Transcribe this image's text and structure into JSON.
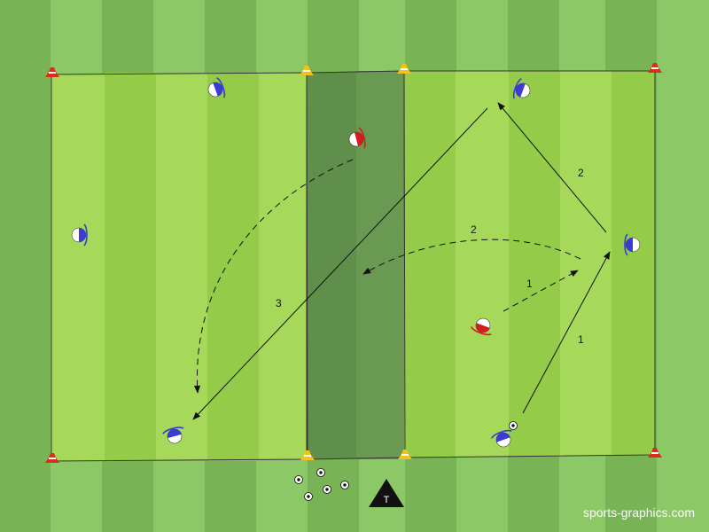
{
  "colors": {
    "grass_light": "#8cc866",
    "grass_dark": "#78b355",
    "field_light": "#a6d85a",
    "field_dark": "#94cc4a",
    "central_zone": "#5f8f4a",
    "team_blue": "#3b3bd6",
    "team_red": "#d41c1c",
    "cone_red": "#e02a1c",
    "cone_yellow": "#f2c21a"
  },
  "players": [
    {
      "team": "blue",
      "role": "player",
      "facing": "right"
    },
    {
      "team": "blue",
      "role": "player",
      "facing": "left"
    },
    {
      "team": "blue",
      "role": "player",
      "facing": "up"
    },
    {
      "team": "blue",
      "role": "player",
      "facing": "left"
    },
    {
      "team": "blue",
      "role": "player",
      "facing": "down"
    },
    {
      "team": "blue",
      "role": "player with ball",
      "facing": "up"
    },
    {
      "team": "red",
      "role": "defender",
      "facing": "right"
    },
    {
      "team": "red",
      "role": "defender",
      "facing": "down"
    }
  ],
  "cones": [
    {
      "color": "red"
    },
    {
      "color": "yellow"
    },
    {
      "color": "yellow"
    },
    {
      "color": "red"
    },
    {
      "color": "red"
    },
    {
      "color": "yellow"
    },
    {
      "color": "yellow"
    },
    {
      "color": "red"
    }
  ],
  "arrows": [
    {
      "label": "1",
      "style": "solid",
      "meaning": "pass"
    },
    {
      "label": "1",
      "style": "dashed",
      "meaning": "run"
    },
    {
      "label": "2",
      "style": "solid",
      "meaning": "pass"
    },
    {
      "label": "2",
      "style": "dashed",
      "meaning": "run"
    },
    {
      "label": "3",
      "style": "solid",
      "meaning": "pass"
    },
    {
      "label": "",
      "style": "dashed",
      "meaning": "run"
    }
  ],
  "balls_count": 6,
  "trainer": {
    "label": "T"
  },
  "watermark": "sports-graphics.com"
}
